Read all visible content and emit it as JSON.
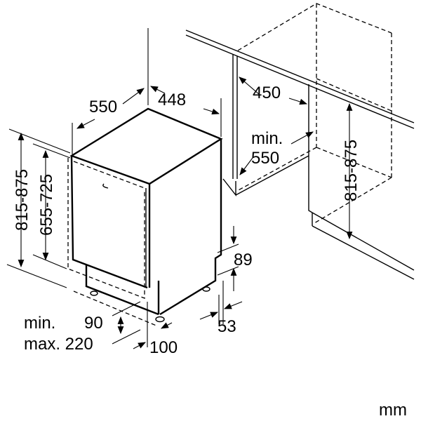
{
  "title": "Dishwasher installation dimensions",
  "unit": "mm",
  "appliance": {
    "depth": "550",
    "width": "448",
    "height_total": "815-875",
    "door_height": "655-725",
    "plinth_height_min_label": "min.",
    "plinth_height_min": "90",
    "plinth_height_max_label": "max. 220",
    "plinth_offset": "100",
    "foot_height": "89",
    "foot_offset": "53"
  },
  "niche": {
    "width": "450",
    "depth_label": "min.",
    "depth": "550",
    "height": "815-875"
  }
}
